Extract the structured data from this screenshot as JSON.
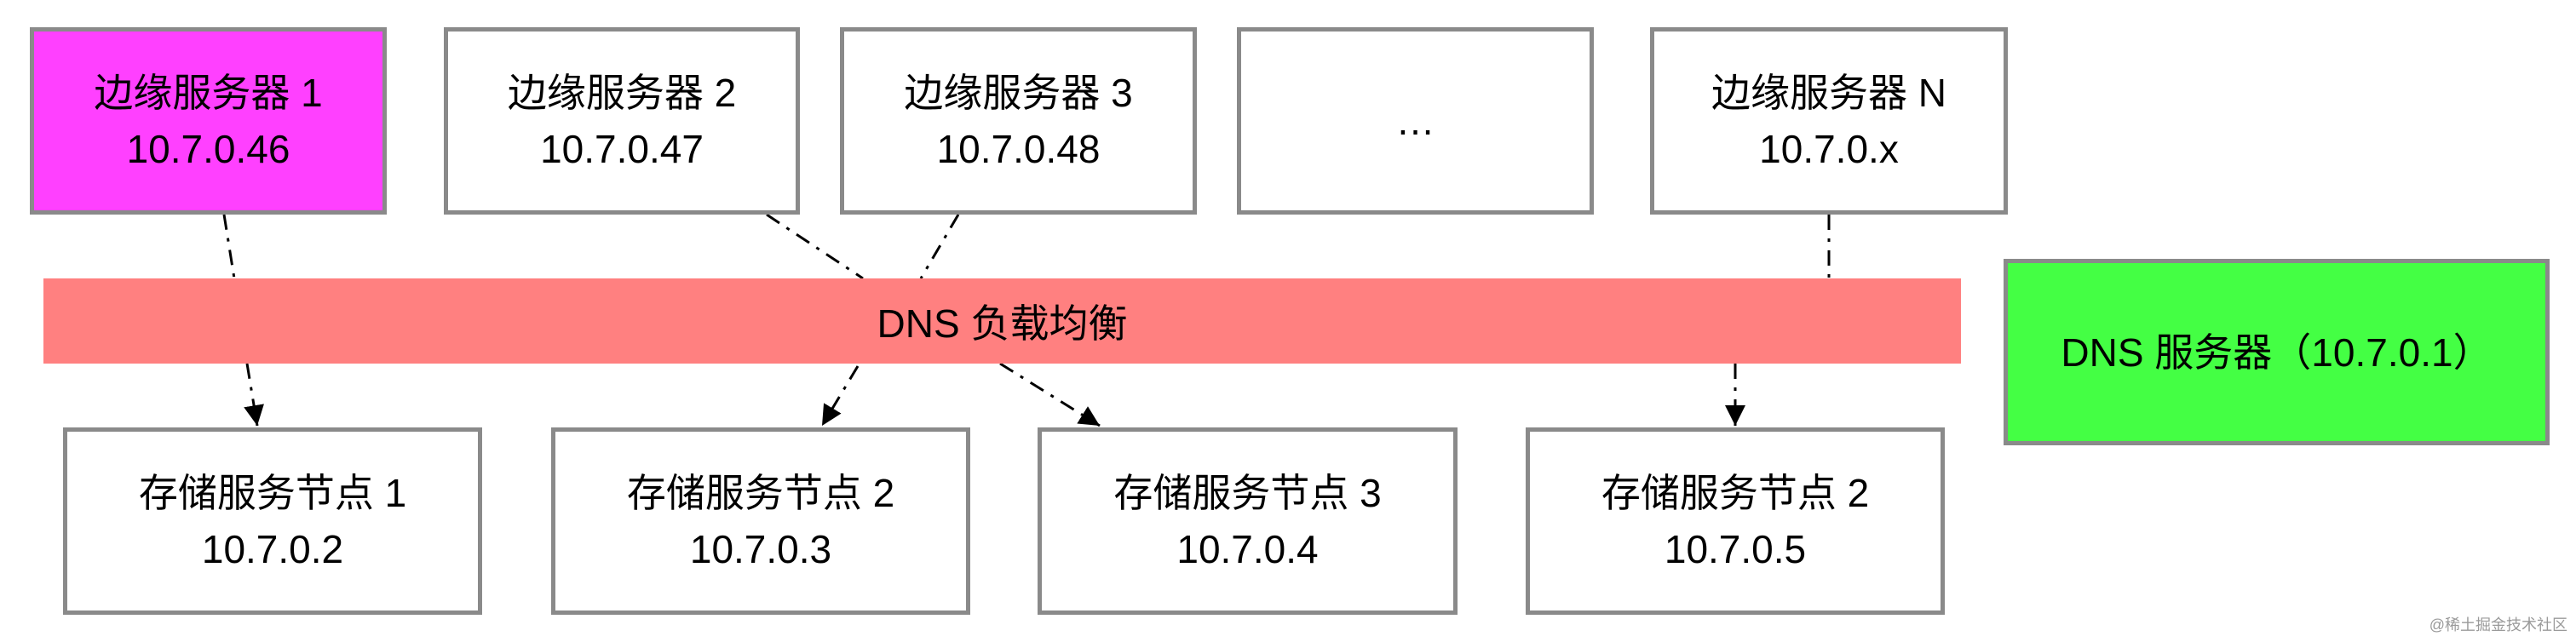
{
  "edge_servers": [
    {
      "name": "边缘服务器 1",
      "ip": "10.7.0.46",
      "color": "#ff40ff"
    },
    {
      "name": "边缘服务器 2",
      "ip": "10.7.0.47"
    },
    {
      "name": "边缘服务器 3",
      "ip": "10.7.0.48"
    },
    {
      "name": "…",
      "ip": ""
    },
    {
      "name": "边缘服务器 N",
      "ip": "10.7.0.x"
    }
  ],
  "load_balancer": {
    "label": "DNS 负载均衡",
    "color": "#ff8080"
  },
  "dns_server": {
    "label": "DNS 服务器（10.7.0.1）",
    "color": "#44ff44"
  },
  "storage_nodes": [
    {
      "name": "存储服务节点 1",
      "ip": "10.7.0.2"
    },
    {
      "name": "存储服务节点 2",
      "ip": "10.7.0.3"
    },
    {
      "name": "存储服务节点 3",
      "ip": "10.7.0.4"
    },
    {
      "name": "存储服务节点 2",
      "ip": "10.7.0.5"
    }
  ],
  "watermark": "@稀土掘金技术社区"
}
